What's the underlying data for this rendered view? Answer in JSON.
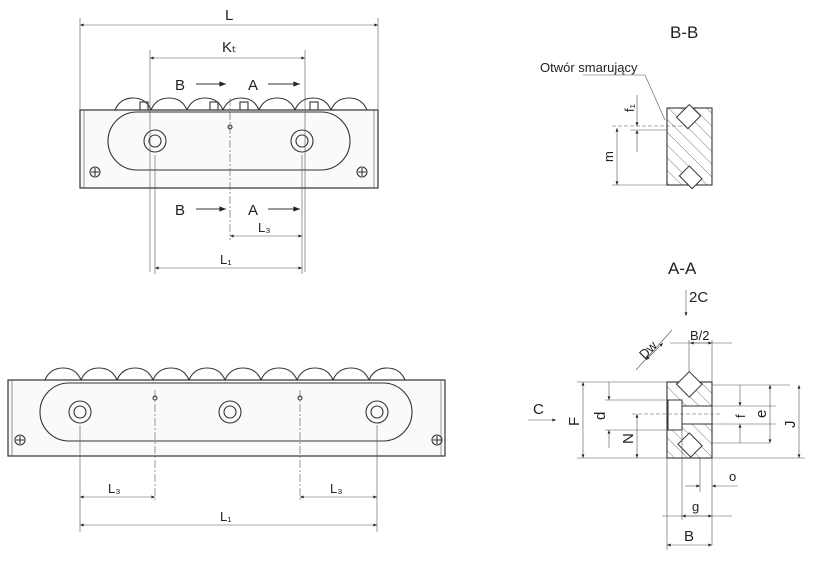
{
  "top_view": {
    "L": "L",
    "Kt": "Kₜ",
    "B_upper": "B",
    "A_upper": "A",
    "B_lower": "B",
    "A_lower": "A",
    "L3": "L₃",
    "L1": "L₁"
  },
  "bottom_view": {
    "L3_left": "L₃",
    "L3_right": "L₃",
    "L1": "L₁"
  },
  "section_bb": {
    "title": "B-B",
    "note": "Otwór smarujący",
    "f1": "f₁",
    "m": "m"
  },
  "section_aa": {
    "title": "A-A",
    "load": "2C",
    "B_half": "B/2",
    "Dw": "Dw",
    "C": "C",
    "F": "F",
    "d": "d",
    "N": "N",
    "f": "f",
    "e": "e",
    "J": "J",
    "o": "o",
    "g": "g",
    "B": "B"
  }
}
